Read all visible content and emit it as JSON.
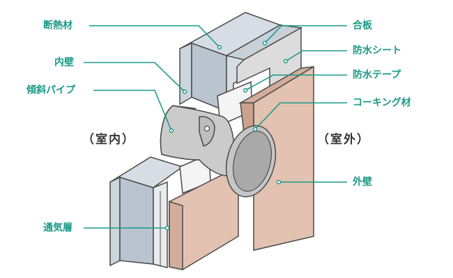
{
  "colors": {
    "label_text": "#1a9a88",
    "leader_line": "#1a9a88",
    "outline": "#4a4a4a",
    "insulation": "#b9c4cf",
    "plywood": "#d6dde4",
    "waterproof_sheet": "#dcdcdc",
    "waterproof_tape": "#f4f4f4",
    "caulking": "#c9a18d",
    "exterior_wall": "#e3c2b1",
    "pipe": "#c8c8c8",
    "air_layer": "#e8ecef"
  },
  "labels": {
    "insulation": "断熱材",
    "inner_wall": "内壁",
    "sloped_pipe": "傾斜パイプ",
    "plywood": "合板",
    "waterproof_sheet": "防水シート",
    "waterproof_tape": "防水テープ",
    "caulking": "コーキング材",
    "exterior_wall": "外壁",
    "air_layer": "通気層"
  },
  "sides": {
    "indoor": "（室内）",
    "outdoor": "（室外）"
  }
}
